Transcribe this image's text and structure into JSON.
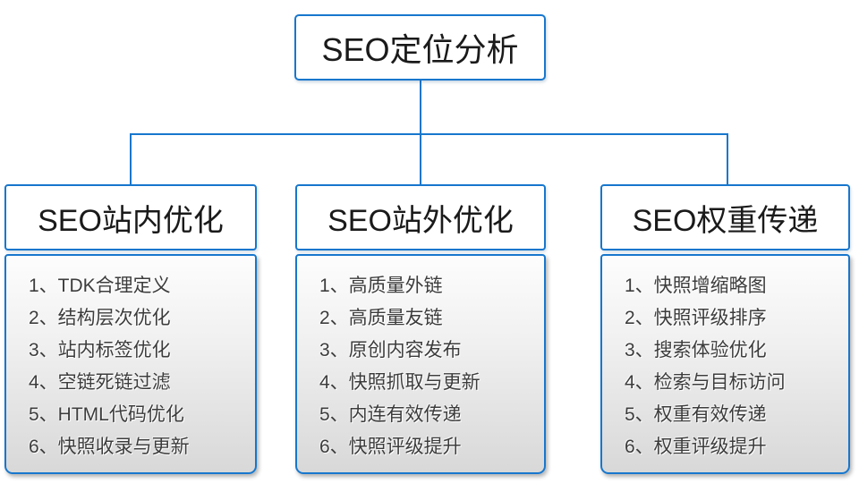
{
  "root": {
    "title": "SEO定位分析"
  },
  "columns": [
    {
      "title": "SEO站内优化",
      "items": [
        "1、TDK合理定义",
        "2、结构层次优化",
        "3、站内标签优化",
        "4、空链死链过滤",
        "5、HTML代码优化",
        "6、快照收录与更新"
      ]
    },
    {
      "title": "SEO站外优化",
      "items": [
        "1、高质量外链",
        "2、高质量友链",
        "3、原创内容发布",
        "4、快照抓取与更新",
        "5、内连有效传递",
        "6、快照评级提升"
      ]
    },
    {
      "title": "SEO权重传递",
      "items": [
        "1、快照增缩略图",
        "2、快照评级排序",
        "3、搜索体验优化",
        "4、检索与目标访问",
        "5、权重有效传递",
        "6、权重评级提升"
      ]
    }
  ],
  "colors": {
    "accent_blue": "#1777cd",
    "panel_gradient_top": "#fdfdfd",
    "panel_gradient_bottom": "#d8d8d8",
    "item_text": "#3c3c3c",
    "title_text": "#1a1a1a"
  }
}
